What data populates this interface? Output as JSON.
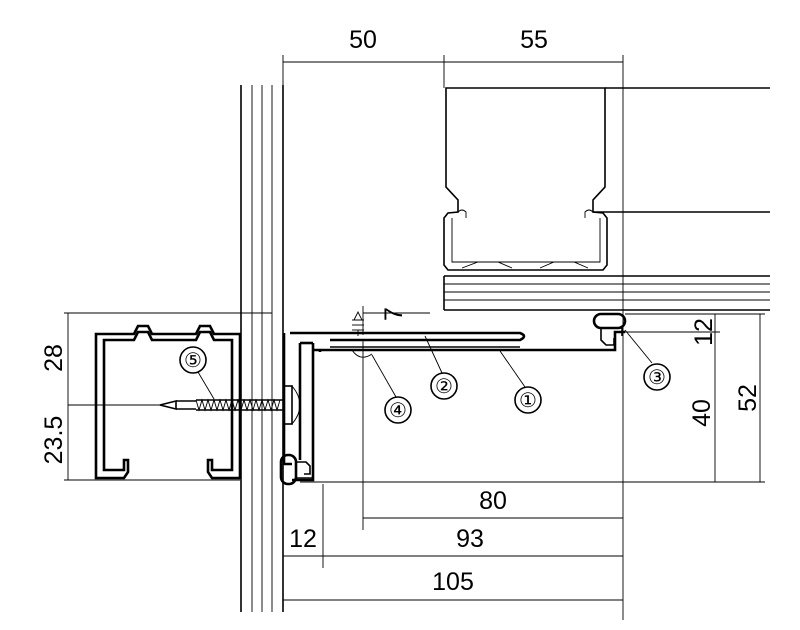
{
  "dimensions": {
    "top_left": "50",
    "top_right": "55",
    "gap": "7",
    "right_small": "12",
    "right_mid": "40",
    "right_total": "52",
    "left_upper": "28",
    "left_lower": "23.5",
    "bottom_80": "80",
    "bottom_93": "93",
    "bottom_12": "12",
    "bottom_105": "105"
  },
  "callouts": {
    "c1": "①",
    "c2": "②",
    "c3": "③",
    "c4": "④",
    "c5": "⑤"
  }
}
